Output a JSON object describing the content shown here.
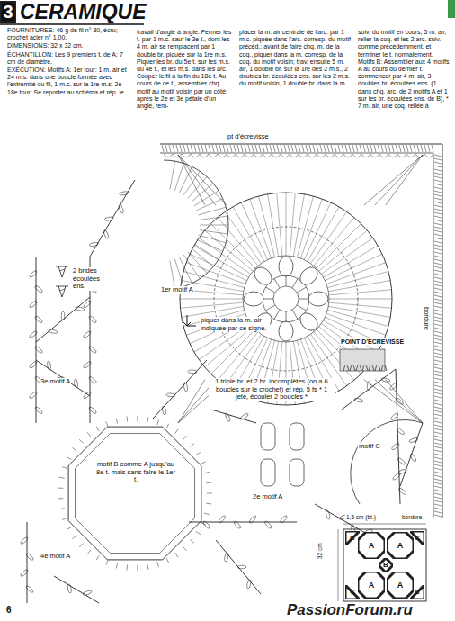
{
  "diagram": {
    "title": "CERAMIQUE",
    "nodes": [
      {
        "text": [
          "3"
        ]
      },
      {
        "text": [
          "C"
        ]
      },
      {
        "text": [
          "A"
        ]
      },
      {
        "text": [
          "A"
        ]
      },
      {
        "text": [
          "C"
        ]
      },
      {
        "text": [
          "B"
        ]
      },
      {
        "text": [
          "A"
        ]
      },
      {
        "text": [
          "A"
        ]
      },
      {
        "text": [
          "C"
        ]
      },
      {
        "text": [
          "C"
        ]
      }
    ],
    "labels": [
      "FOURNITURES: 46 g de fil n° 30, écru; crochet acier n° 1,00.",
      "DIMENSIONS: 32 x 32 cm.",
      "ÉCHANTILLON: Les 9 premiers t. de A: 7 cm de diamètre.",
      "EXÉCUTION: Motifs A: 1er tour: 1 m. air et 24 m.s. dans une boucle formée avec l'extrémité du fil, 1 m.c. sur la 1re m.s. 2e-18e tour: Se reporter au schéma et rép. le",
      "travail d'angle à angle. Fermer les t. par 1 m.c. sauf le 3e t., dont les 4 m. air se remplacent par 1 double br. piquée sur la 1re m.s. Piquer les br. du 5e t. sur les m.s. du 4e t., et les m.s. dans les arc. Couper le fil à la fin du 18e t. Au cours de ce t., assembler chq. motif au motif voisin par un côté: après le 2e et 3e pétale d'un angle, rem-",
      "placer la m. air centrale de l'arc. par 1 m.c. piquée dans l'arc. corresp. du motif précéd.; avant de faire chq. m. de la coq., piquer dans la m. corresp. de la coq. du motif voisin; trav. ensuite 5 m. air, 1 double br. sur la 1re des 2 m.s., 2 doubles br. écoulées ens. sur les 2 m.s. du motif voisin, 1 double br. dans la m.",
      "suiv. du motif en cours, 5 m. air, relier la coq. et les 2 arc. suiv. comme précédemment, et terminer le t. normalement. Motifs B: Assembler aux 4 motifs A au cours du dernier t.: commencer par 4 m. air, 3 doubles br. écoulées ens. (1 dans chq. arc. de 2 motifs A et 1 sur les br. écoulées ens. de B), * 7 m. air, une coq. reliée à",
      "pt d'écrevisse",
      "1er motif A",
      "2 brides écoulées ens.",
      "3e motif A",
      "piquer dans la m. air indiquée par ce signe.",
      "POINT D'ÉCREVISSE",
      "bordure",
      "1 triple br. et 2 br. incomplètes (on a 6 boucles sur le crochet) et rép. 5 fs * 1 jeté, écouler 2 boucles *",
      "motif B comme A jusqu'au 8e t. mais sans faire le 1er t.",
      "motif C",
      "2e motif A",
      "4e motif A",
      "1,5 cm (bt.)",
      "bordure",
      "32 cm",
      "6",
      "PassionForum.ru"
    ]
  }
}
